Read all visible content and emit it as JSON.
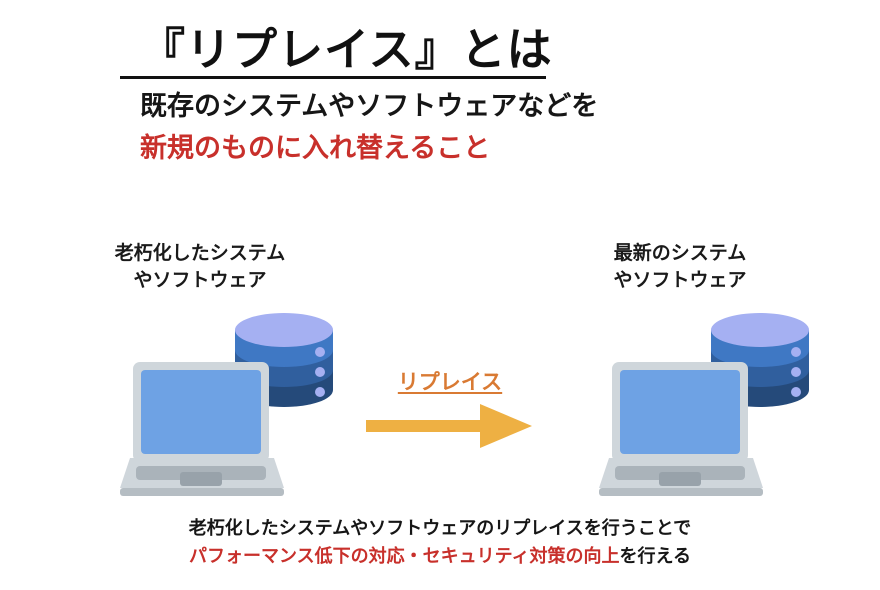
{
  "header": {
    "title": "『リプレイス』とは",
    "subtitle_line1": "既存のシステムやソフトウェアなどを",
    "subtitle_line2": "新規のものに入れ替えること"
  },
  "left_panel": {
    "label_line1": "老朽化したシステム",
    "label_line2": "やソフトウェア",
    "icons": [
      "laptop-icon",
      "database-icon"
    ]
  },
  "arrow": {
    "label": "リプレイス",
    "color": "#eeb043",
    "label_color": "#d97a33"
  },
  "right_panel": {
    "label_line1": "最新のシステム",
    "label_line2": "やソフトウェア",
    "icons": [
      "laptop-icon",
      "database-icon"
    ]
  },
  "footer": {
    "line1": "老朽化したシステムやソフトウェアのリプレイスを行うことで",
    "line2_highlight": "パフォーマンス低下の対応・セキュリティ対策の向上",
    "line2_rest": "を行える"
  },
  "colors": {
    "accent_red": "#c8302b",
    "db_top": "#a5b0f2",
    "db_band1": "#3f78c4",
    "db_band2": "#305f9e",
    "db_band3": "#254a7a",
    "laptop_frame": "#cfd6db",
    "laptop_screen": "#6ea2e4",
    "laptop_keys": "#aab3ba"
  }
}
